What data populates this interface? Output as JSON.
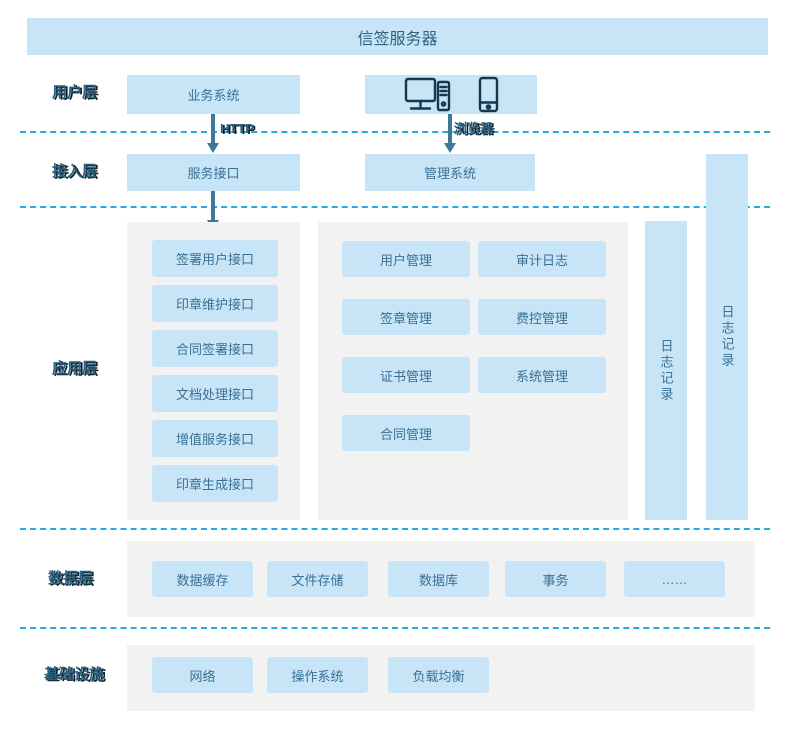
{
  "title": "信签服务器",
  "arrow_labels": {
    "http": "HTTP",
    "browser": "浏览器"
  },
  "layers": {
    "user": {
      "label": "用户层",
      "business_system": "业务系统"
    },
    "access": {
      "label": "接入层",
      "service_interface": "服务接口",
      "management_system": "管理系统"
    },
    "application": {
      "label": "应用层",
      "interfaces": [
        "签署用户接口",
        "印章维护接口",
        "合同签署接口",
        "文档处理接口",
        "增值服务接口",
        "印章生成接口"
      ],
      "modules_col1": [
        "用户管理",
        "签章管理",
        "证书管理",
        "合同管理"
      ],
      "modules_col2": [
        "审计日志",
        "费控管理",
        "系统管理"
      ],
      "log_bar_inner": "日志记录",
      "log_bar_outer": "日志记录"
    },
    "data": {
      "label": "数据层",
      "items": [
        "数据缓存",
        "文件存储",
        "数据库",
        "事务",
        "……"
      ]
    },
    "infrastructure": {
      "label": "基础设施",
      "items": [
        "网络",
        "操作系统",
        "负载均衡"
      ]
    }
  },
  "icons": {
    "desktop": "desktop-computer-icon",
    "phone": "smartphone-icon"
  },
  "colors": {
    "box_blue": "#c7e5f6",
    "panel_gray": "#f2f2f2",
    "dashed_line": "#29a9e1",
    "arrow": "#3d7899",
    "box_text": "#3a7095",
    "label_text": "#2c617f"
  }
}
